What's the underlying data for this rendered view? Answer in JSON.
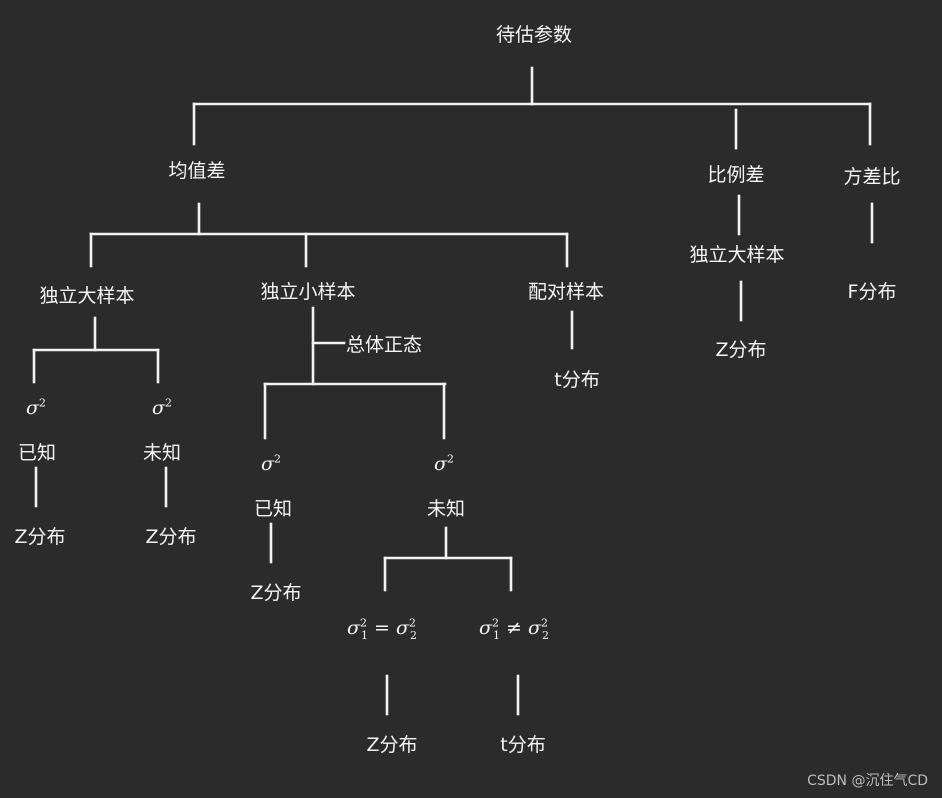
{
  "root": "待估参数",
  "level1": {
    "mean_diff": "均值差",
    "prop_diff": "比例差",
    "var_ratio": "方差比"
  },
  "mean_diff": {
    "indep_large": "独立大样本",
    "indep_small": "独立小样本",
    "paired": "配对样本",
    "population_normal": "总体正态"
  },
  "indep_large": {
    "sigma_left": "σ",
    "sigma_right": "σ",
    "sigma_exp": "2",
    "known": "已知",
    "unknown": "未知",
    "dist_left": "Z分布",
    "dist_right": "Z分布"
  },
  "indep_small": {
    "sigma_left": "σ",
    "sigma_right": "σ",
    "sigma_exp": "2",
    "known": "已知",
    "unknown": "未知",
    "dist_known": "Z分布",
    "eq_sigma": "σ",
    "eq_sub1": "1",
    "eq_sub2": "2",
    "eq_sup": "2",
    "eq_op": "=",
    "neq_op": "≠",
    "dist_equal": "Z分布",
    "dist_unequal": "t分布"
  },
  "paired": {
    "dist": "t分布"
  },
  "prop_diff": {
    "indep_large": "独立大样本",
    "dist": "Z分布"
  },
  "var_ratio": {
    "dist": "F分布"
  },
  "watermark": "CSDN @沉住气CD"
}
